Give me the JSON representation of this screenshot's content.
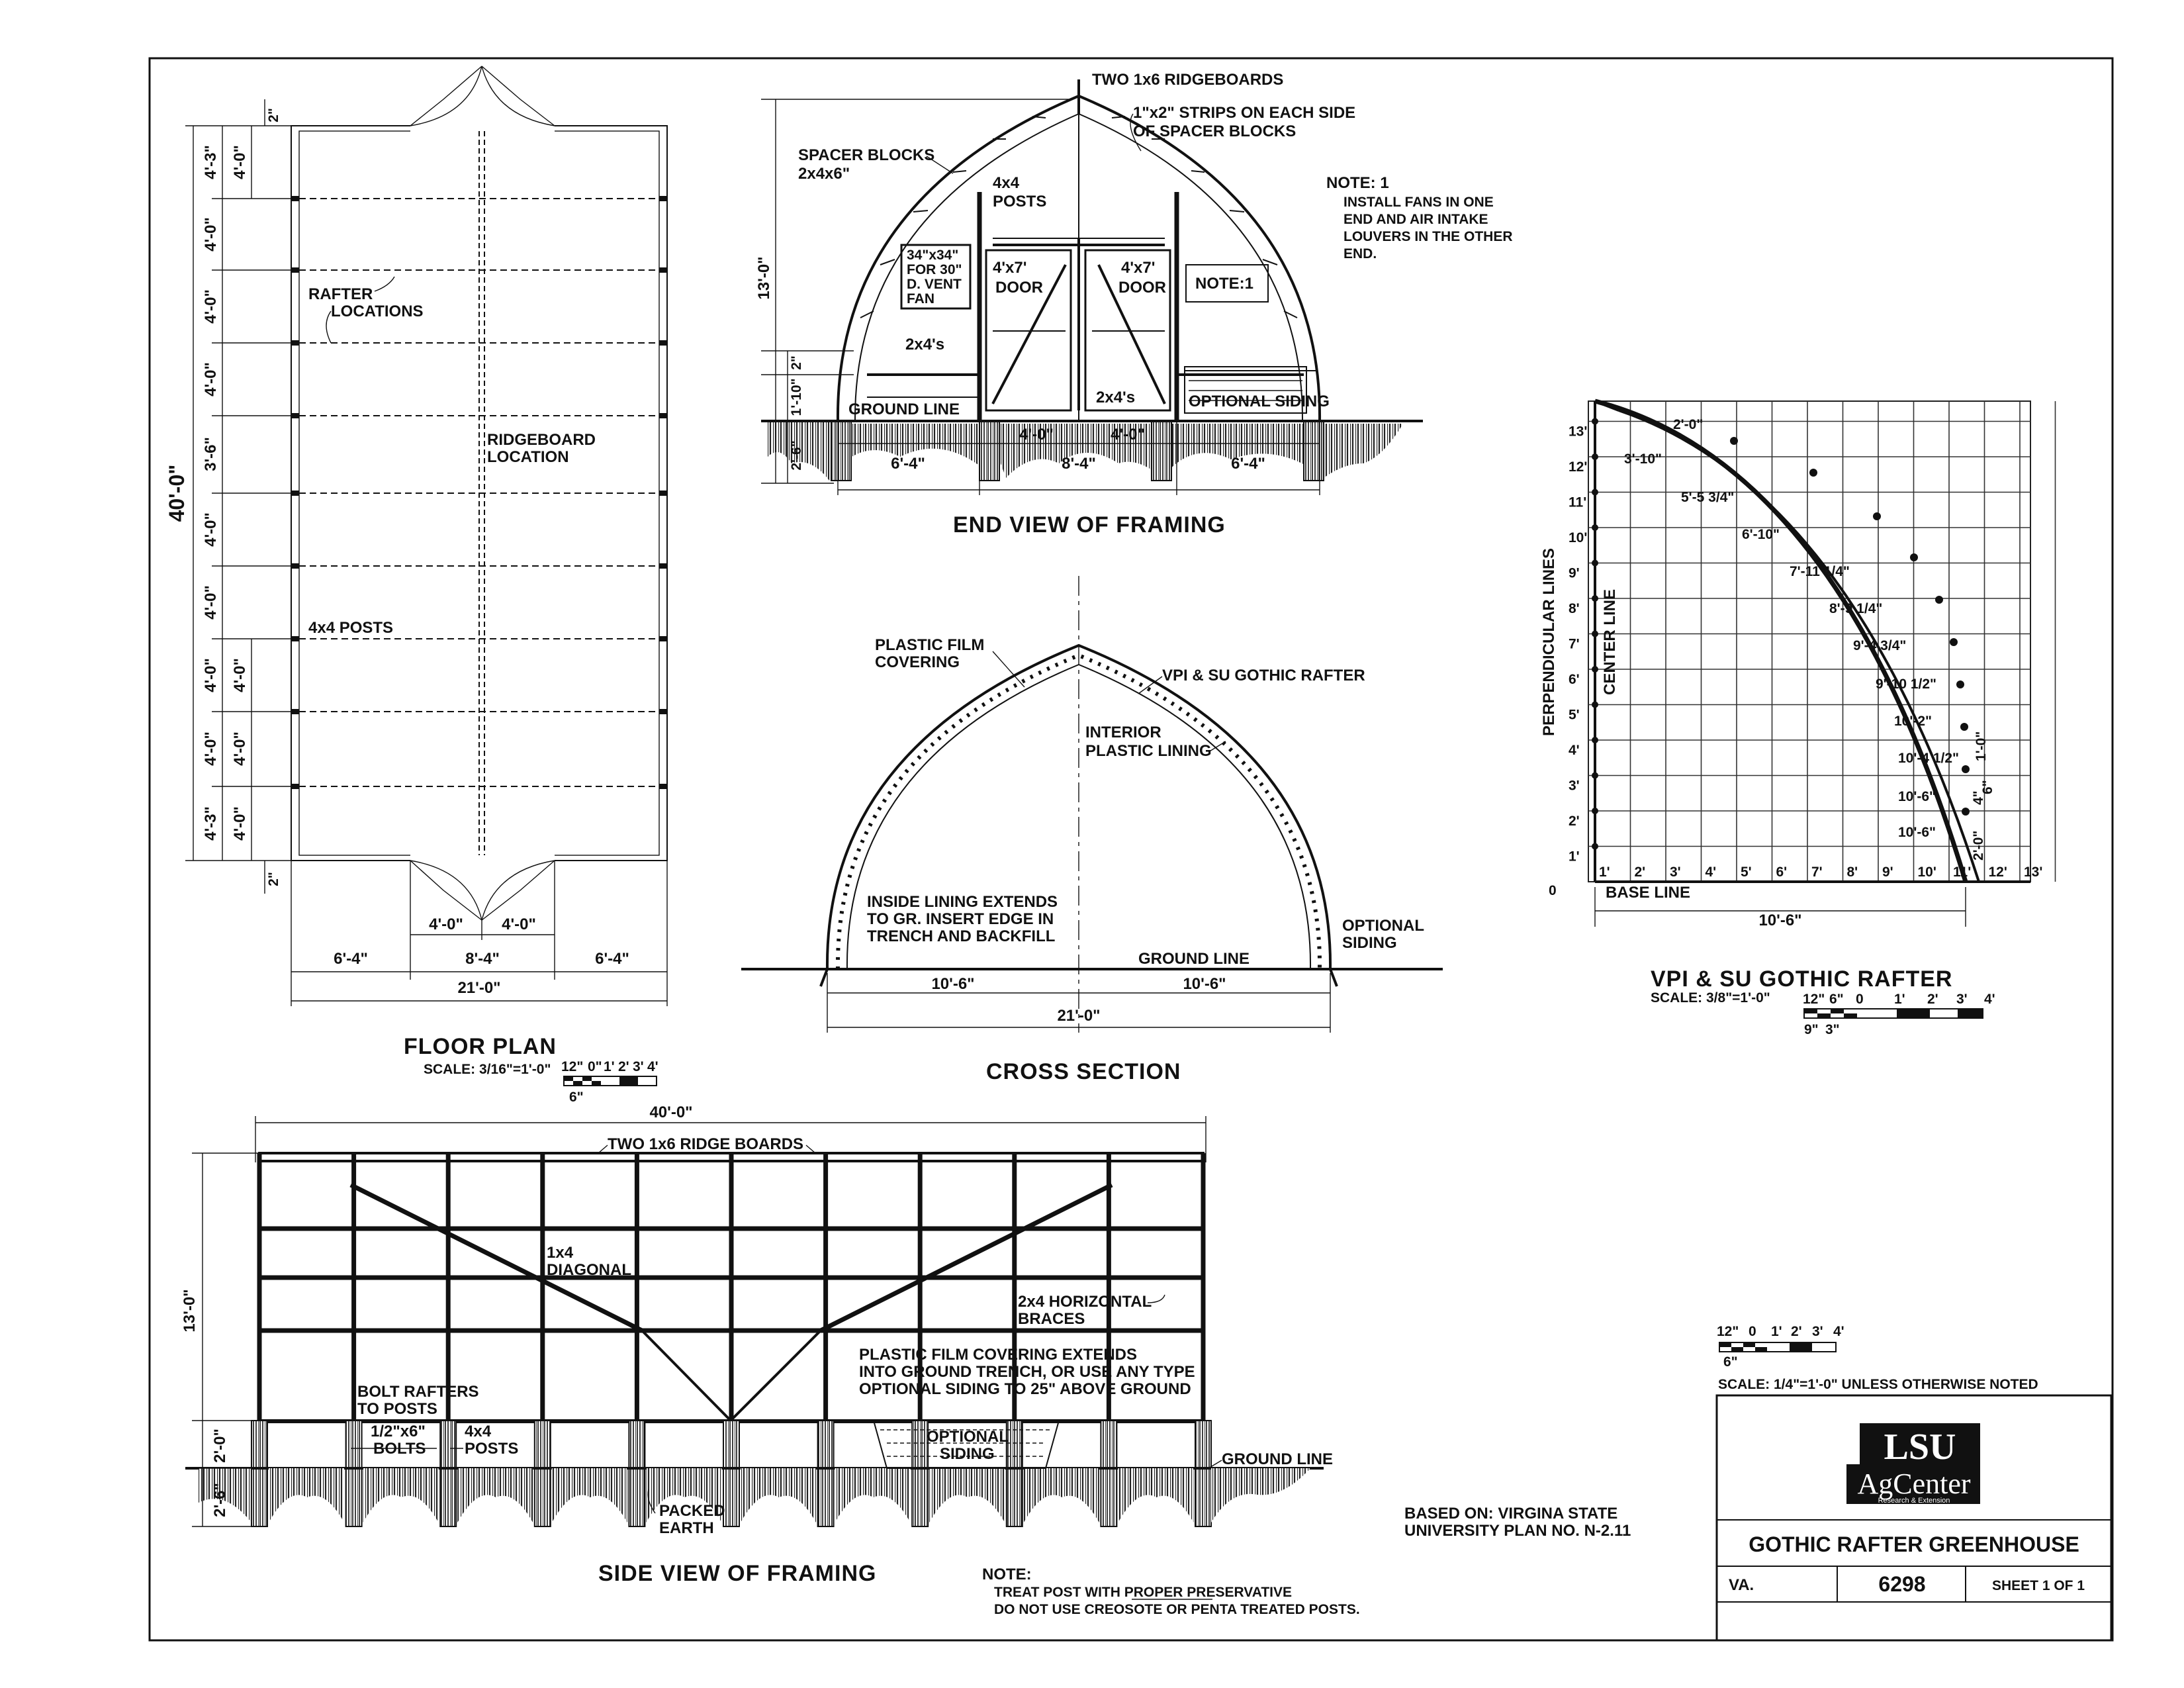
{
  "floor_plan": {
    "title": "FLOOR PLAN",
    "scale": "SCALE: 3/16\"=1'-0\"",
    "scale_bar": {
      "labels": [
        "12\"",
        "0\"",
        "1'",
        "2'",
        "3'",
        "4'"
      ],
      "sub": "6\""
    },
    "overall_length": "40'-0\"",
    "overall_width": "21'-0\"",
    "edge_offset": "2\"",
    "left_dims": [
      "4'-3\"",
      "4'-0\"",
      "4'-0\"",
      "4'-0\"",
      "3'-6\"",
      "4'-0\"",
      "4'-0\"",
      "4'-0\"",
      "4'-0\"",
      "4'-3\""
    ],
    "inner_dims_top": [
      "4'-0\""
    ],
    "inner_dims_bottom": [
      "4'-0\"",
      "4'-0\"",
      "4'-0\""
    ],
    "bottom_dims": [
      "6'-4\"",
      "8'-4\"",
      "6'-4\""
    ],
    "door_dims": [
      "4'-0\"",
      "4'-0\""
    ],
    "labels": {
      "rafter": "RAFTER",
      "rafter2": "LOCATIONS",
      "ridge": "RIDGEBOARD",
      "ridge2": "LOCATION",
      "posts": "4x4 POSTS"
    }
  },
  "end_view": {
    "title": "END VIEW OF FRAMING",
    "height": "13'-0\"",
    "dims_left": [
      "2\"",
      "1'-10\"",
      "2'-6\""
    ],
    "bottom_dims": [
      "6'-4\"",
      "8'-4\"",
      "6'-4\""
    ],
    "door_dims": [
      "4'-0\"",
      "4'-0\""
    ],
    "labels": {
      "ridgeboards": "TWO 1x6 RIDGEBOARDS",
      "strips1": "1\"x2\" STRIPS ON EACH SIDE",
      "strips2": "OF SPACER BLOCKS",
      "spacer1": "SPACER BLOCKS",
      "spacer2": "2x4x6\"",
      "posts1": "4x4",
      "posts2": "POSTS",
      "fan1": "34\"x34\"",
      "fan2": "FOR 30\"",
      "fan3": "D. VENT",
      "fan4": "FAN",
      "door_l1": "4'x7'",
      "door_l2": "DOOR",
      "door_r1": "4'x7'",
      "door_r2": "DOOR",
      "note_box": "NOTE:1",
      "twobyfour_a": "2x4's",
      "twobyfour_b": "2x4's",
      "ground": "GROUND LINE",
      "siding": "OPTIONAL SIDING"
    },
    "note_title": "NOTE: 1",
    "note_lines": [
      "INSTALL FANS IN ONE",
      "END AND AIR INTAKE",
      "LOUVERS IN THE OTHER",
      "END."
    ]
  },
  "cross_section": {
    "title": "CROSS SECTION",
    "dims": [
      "10'-6\"",
      "10'-6\"",
      "21'-0\""
    ],
    "labels": {
      "film1": "PLASTIC FILM",
      "film2": "COVERING",
      "rafter": "VPI & SU GOTHIC RAFTER",
      "lining1": "INTERIOR",
      "lining2": "PLASTIC LINING",
      "inside1": "INSIDE LINING EXTENDS",
      "inside2": "TO GR. INSERT EDGE IN",
      "inside3": "TRENCH AND BACKFILL",
      "ground": "GROUND LINE",
      "siding1": "OPTIONAL",
      "siding2": "SIDING"
    }
  },
  "rafter_layout": {
    "title": "VPI & SU GOTHIC RAFTER",
    "scale": "SCALE: 3/8\"=1'-0\"",
    "scale_bar": {
      "labels": [
        "12\"",
        "6\"",
        "0",
        "1'",
        "2'",
        "3'",
        "4'"
      ],
      "sub": "9\"",
      "sub2": "3\""
    },
    "y_labels": [
      "1'",
      "2'",
      "3'",
      "4'",
      "5'",
      "6'",
      "7'",
      "8'",
      "9'",
      "10'",
      "11'",
      "12'",
      "13'"
    ],
    "x_labels": [
      "1'",
      "2'",
      "3'",
      "4'",
      "5'",
      "6'",
      "7'",
      "8'",
      "9'",
      "10'",
      "11'",
      "12'",
      "13'"
    ],
    "origin": "0",
    "axis_perp": "PERPENDICULAR LINES",
    "axis_center": "CENTER LINE",
    "base_line": "BASE LINE",
    "base_dim": "10'-6\"",
    "chord_labels": [
      "2'-0\"",
      "3'-10\"",
      "5'-5 3/4\"",
      "6'-10\"",
      "7'-11 1/4\"",
      "8'-9 1/4\"",
      "9'-4 3/4\"",
      "9'-10 1/2\"",
      "10'-2\"",
      "10'-4 1/2\"",
      "10'-6\"",
      "10'-6\""
    ],
    "side_labels": [
      "1'-0\"",
      "6\"",
      "4\"",
      "2'-0\""
    ]
  },
  "side_view": {
    "title": "SIDE VIEW OF FRAMING",
    "length": "40'-0\"",
    "height": "13'-0\"",
    "dims_left": [
      "2'-0\"",
      "2'-6\""
    ],
    "labels": {
      "ridge": "TWO 1x6 RIDGE BOARDS",
      "diag1": "1x4",
      "diag2": "DIAGONAL",
      "braces1": "2x4 HORIZONTAL",
      "braces2": "BRACES",
      "film1": "PLASTIC FILM COVERING EXTENDS",
      "film2": "INTO GROUND TRENCH, OR USE ANY TYPE",
      "film3": "OPTIONAL SIDING TO 25\" ABOVE GROUND",
      "bolt1": "BOLT RAFTERS",
      "bolt2": "TO POSTS",
      "bolts_a": "1/2\"x6\"",
      "bolts_b": "BOLTS",
      "posts_a": "4x4",
      "posts_b": "POSTS",
      "siding1": "OPTIONAL",
      "siding2": "SIDING",
      "packed1": "PACKED",
      "packed2": "EARTH",
      "ground": "GROUND LINE"
    }
  },
  "notes": {
    "based_on1": "BASED ON: VIRGINA STATE",
    "based_on2": "UNIVERSITY PLAN NO. N-2.11",
    "note_title": "NOTE:",
    "note1": "TREAT POST WITH PROPER PRESERVATIVE",
    "note2": "DO NOT USE CREOSOTE OR PENTA TREATED POSTS.",
    "general_scale": "SCALE: 1/4\"=1'-0\" UNLESS OTHERWISE NOTED",
    "general_bar": {
      "labels": [
        "12\"",
        "0",
        "1'",
        "2'",
        "3'",
        "4'"
      ],
      "sub": "6\""
    }
  },
  "title_block": {
    "logo_top": "LSU",
    "logo_bottom": "AgCenter",
    "logo_sub": "Research & Extension",
    "drawing_title": "GOTHIC RAFTER GREENHOUSE",
    "state": "VA.",
    "number": "6298",
    "sheet": "SHEET 1 OF 1"
  }
}
